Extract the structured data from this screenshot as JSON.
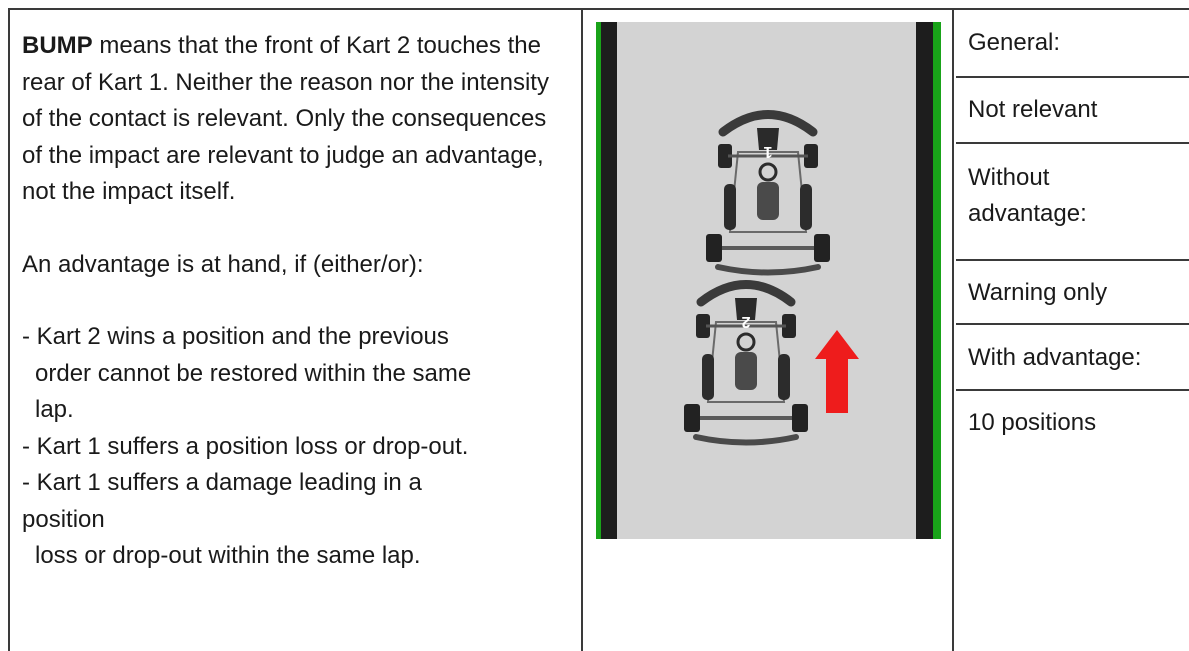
{
  "left": {
    "bump_word": "BUMP",
    "intro_rest": " means that the front of Kart 2 touches the rear of Kart 1. Neither the reason nor the intensity of the contact is relevant. Only the consequences of the impact are relevant to judge an advantage, not the impact itself.",
    "advantage_intro": "An advantage is at hand, if (either/or):",
    "bullet1_line1": "- Kart 2 wins a position and the previous",
    "bullet1_line2": "order cannot be restored within the same",
    "bullet1_line3": "lap.",
    "bullet2": "- Kart 1 suffers a position loss or drop-out.",
    "bullet3_line1": "- Kart 1 suffers a damage leading in a",
    "bullet3_line2": "position",
    "bullet3_line3": "loss or drop-out within the same lap."
  },
  "diagram": {
    "kart_front_number": "1",
    "kart_rear_number": "2",
    "track_color": "#d3d3d3",
    "border_color": "#1d1d1d",
    "edge_color": "#19a319",
    "arrow_color": "#ee1c1c"
  },
  "right": {
    "general": "General:",
    "not_relevant": "Not relevant",
    "without_advantage": "Without advantage:",
    "warning_only": "Warning only",
    "with_advantage": "With advantage:",
    "ten_positions": "10 positions"
  }
}
